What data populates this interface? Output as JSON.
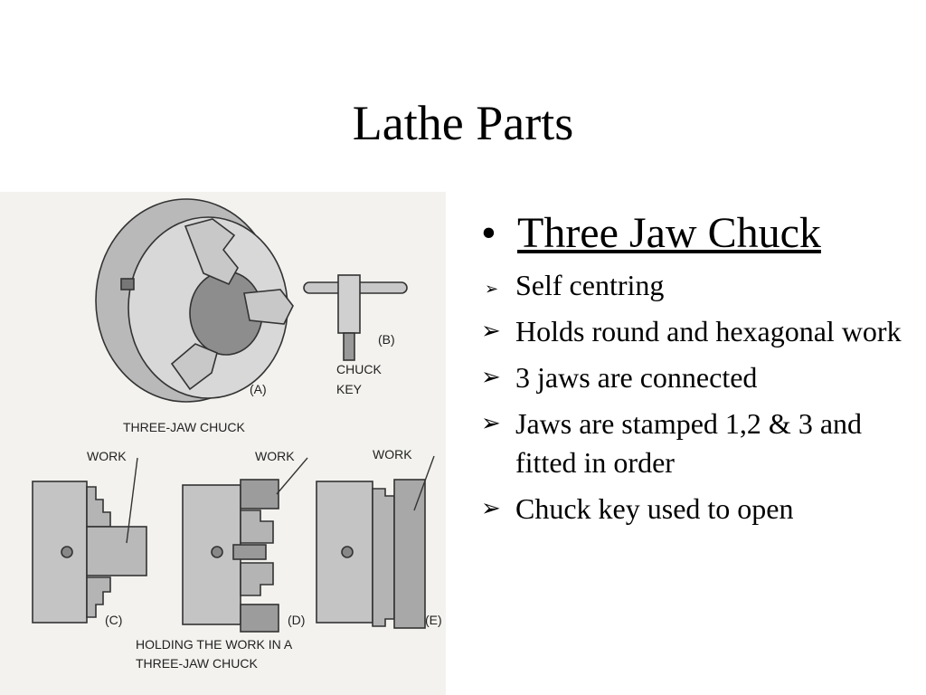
{
  "slide": {
    "title": "Lathe Parts"
  },
  "figure": {
    "labels": {
      "a": "(A)",
      "b": "(B)",
      "c": "(C)",
      "d": "(D)",
      "e": "(E)",
      "chuck": "CHUCK",
      "key": "KEY",
      "three_jaw_chuck": "THREE-JAW CHUCK",
      "work_c": "WORK",
      "work_d": "WORK",
      "work_e": "WORK",
      "caption_line1": "HOLDING THE WORK IN A",
      "caption_line2": "THREE-JAW CHUCK"
    }
  },
  "bullets": {
    "main": "Three Jaw Chuck",
    "main_marker": "•",
    "sub_marker": "➢",
    "items": [
      "Self centring",
      "Holds round and hexagonal work",
      "3 jaws are connected",
      "Jaws are stamped 1,2 & 3 and fitted in order",
      "Chuck key used to open"
    ]
  }
}
